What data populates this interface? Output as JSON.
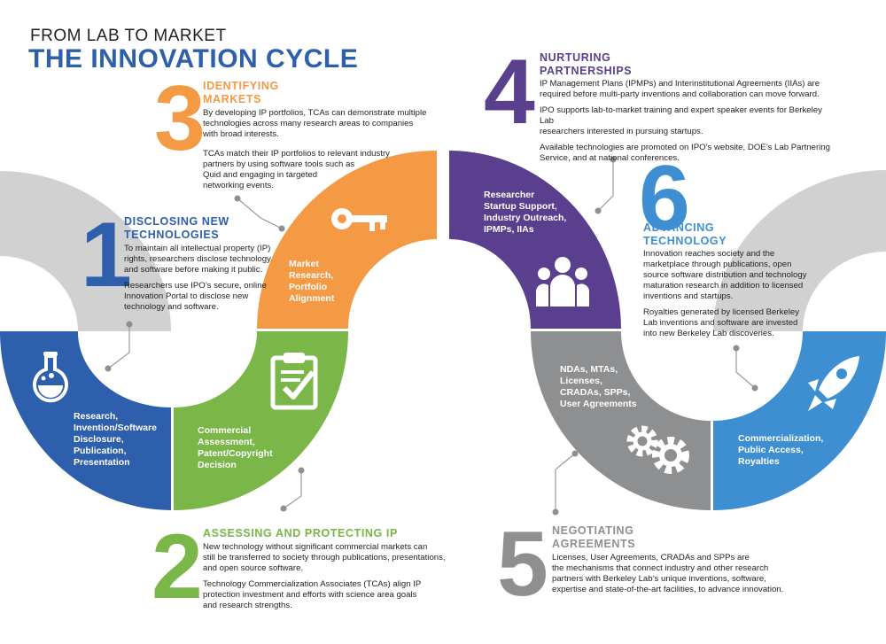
{
  "header": {
    "subtitle": "FROM LAB TO MARKET",
    "title": "THE INNOVATION CYCLE"
  },
  "colors": {
    "title_blue": "#2e5fac",
    "step1_blue": "#2e5fac",
    "step2_green": "#7ab648",
    "step3_orange": "#f49a45",
    "step4_purple": "#5b3f8f",
    "step5_gray": "#8e8f91",
    "step6_lightblue": "#3d8fd1",
    "light_gray": "#d1d1d1"
  },
  "steps": {
    "s1": {
      "number": "1",
      "heading_l1": "DISCLOSING NEW",
      "heading_l2": "TECHNOLOGIES",
      "p1_l1": "To maintain all intellectual property (IP)",
      "p1_l2": "rights, researchers disclose technology",
      "p1_l3": "and software before making it public.",
      "p2_l1": "Researchers use IPO’s secure, online",
      "p2_l2": "Innovation Portal to disclose new",
      "p2_l3": "technology and software."
    },
    "s2": {
      "number": "2",
      "heading": "ASSESSING AND PROTECTING IP",
      "p1_l1": "New technology without significant commercial markets can",
      "p1_l2": "still be transferred to society through publications, presentations,",
      "p1_l3": "and open source software.",
      "p2_l1": "Technology Commercialization Associates (TCAs) align IP",
      "p2_l2": "protection investment and efforts with science area goals",
      "p2_l3": "and research strengths."
    },
    "s3": {
      "number": "3",
      "heading_l1": "IDENTIFYING",
      "heading_l2": "MARKETS",
      "p1_l1": "By developing IP portfolios, TCAs can demonstrate multiple",
      "p1_l2": "technologies across many research areas to companies",
      "p1_l3": "with broad interests.",
      "p2_l1": "TCAs match their IP portfolios to relevant industry",
      "p2_l2": "partners by using software tools such as",
      "p2_l3": "Quid and engaging in targeted",
      "p2_l4": "networking events."
    },
    "s4": {
      "number": "4",
      "heading_l1": "NURTURING",
      "heading_l2": "PARTNERSHIPS",
      "p1_l1": "IP Management Plans (IPMPs) and Interinstitutional Agreements (IIAs) are",
      "p1_l2": "required before multi-party inventions and collaboration can move forward.",
      "p2_l1": "IPO supports lab-to-market training and expert speaker events for Berkeley Lab",
      "p2_l2": "researchers interested in pursuing startups.",
      "p3_l1": "Available technologies are promoted on IPO’s website, DOE’s Lab Partnering",
      "p3_l2": "Service, and at national conferences."
    },
    "s5": {
      "number": "5",
      "heading_l1": "NEGOTIATING",
      "heading_l2": "AGREEMENTS",
      "p1_l1": "Licenses, User Agreements, CRADAs and SPPs are",
      "p1_l2": "the mechanisms that connect industry and other research",
      "p1_l3": "partners with Berkeley Lab’s unique inventions, software,",
      "p1_l4": "expertise and state-of-the-art facilities, to advance innovation."
    },
    "s6": {
      "number": "6",
      "heading_l1": "ADVANCING",
      "heading_l2": "TECHNOLOGY",
      "p1_l1": "Innovation reaches society and the",
      "p1_l2": "marketplace through publications, open",
      "p1_l3": "source software distribution and technology",
      "p1_l4": "maturation research in addition to licensed",
      "p1_l5": "inventions and startups.",
      "p2_l1": "Royalties generated by licensed Berkeley",
      "p2_l2": "Lab inventions and software are invested",
      "p2_l3": "into new Berkeley Lab discoveries."
    }
  },
  "segments": {
    "blue": [
      "Research,",
      "Invention/Software",
      "Disclosure,",
      "Publication,",
      "Presentation"
    ],
    "green": [
      "Commercial",
      "Assessment,",
      "Patent/Copyright",
      "Decision"
    ],
    "orange": [
      "Market",
      "Research,",
      "Portfolio",
      "Alignment"
    ],
    "purple": [
      "Researcher",
      "Startup Support,",
      "Industry Outreach,",
      "IPMPs, IIAs"
    ],
    "gray": [
      "NDAs, MTAs,",
      "Licenses,",
      "CRADAs, SPPs,",
      "User Agreements"
    ],
    "lightblue": [
      "Commercialization,",
      "Public Access,",
      "Royalties"
    ]
  },
  "icons": {
    "flask": "flask-icon",
    "clipboard": "clipboard-check-icon",
    "key": "key-icon",
    "people": "people-icon",
    "gears": "gears-icon",
    "rocket": "rocket-icon"
  }
}
